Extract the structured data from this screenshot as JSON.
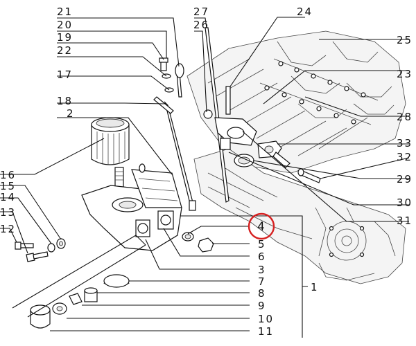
{
  "diagram": {
    "callouts": [
      {
        "id": "c21",
        "text": "21"
      },
      {
        "id": "c20",
        "text": "20"
      },
      {
        "id": "c19",
        "text": "19"
      },
      {
        "id": "c22",
        "text": "22"
      },
      {
        "id": "c17",
        "text": "17"
      },
      {
        "id": "c18",
        "text": "18"
      },
      {
        "id": "c2",
        "text": "2"
      },
      {
        "id": "c27",
        "text": "27"
      },
      {
        "id": "c26",
        "text": "26"
      },
      {
        "id": "c24",
        "text": "24"
      },
      {
        "id": "c25",
        "text": "25"
      },
      {
        "id": "c23",
        "text": "23"
      },
      {
        "id": "c28",
        "text": "28"
      },
      {
        "id": "c33",
        "text": "33"
      },
      {
        "id": "c32",
        "text": "32"
      },
      {
        "id": "c29",
        "text": "29"
      },
      {
        "id": "c30",
        "text": "30"
      },
      {
        "id": "c31",
        "text": "31"
      },
      {
        "id": "c16",
        "text": "16"
      },
      {
        "id": "c15",
        "text": "15"
      },
      {
        "id": "c14",
        "text": "14"
      },
      {
        "id": "c13",
        "text": "13"
      },
      {
        "id": "c12",
        "text": "12"
      },
      {
        "id": "c4",
        "text": "4"
      },
      {
        "id": "c5",
        "text": "5"
      },
      {
        "id": "c6",
        "text": "6"
      },
      {
        "id": "c3",
        "text": "3"
      },
      {
        "id": "c7",
        "text": "7"
      },
      {
        "id": "c1",
        "text": "1"
      },
      {
        "id": "c8",
        "text": "8"
      },
      {
        "id": "c9",
        "text": "9"
      },
      {
        "id": "c10",
        "text": "10"
      },
      {
        "id": "c11",
        "text": "11"
      }
    ],
    "highlight": {
      "callout": "4",
      "color": "#d62020"
    },
    "colors": {
      "ink": "#111111",
      "engine": "#444444",
      "background": "#ffffff"
    }
  }
}
